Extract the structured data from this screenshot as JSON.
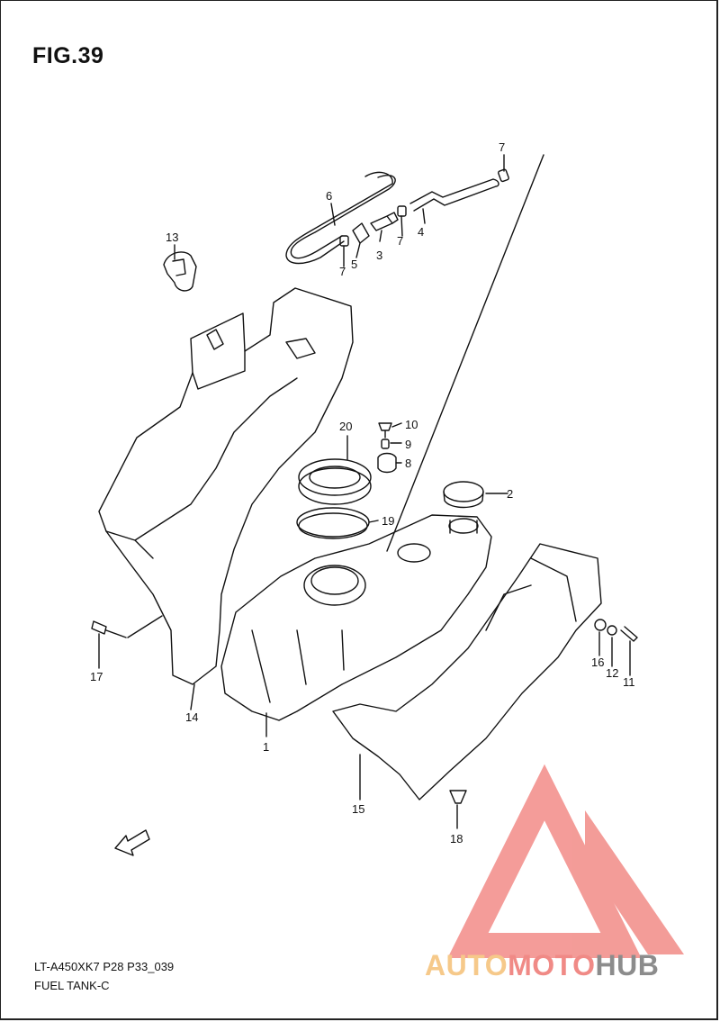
{
  "figure": {
    "title": "FIG.39"
  },
  "footer": {
    "code": "LT-A450XK7 P28 P33_039",
    "name": "FUEL TANK-C"
  },
  "badge": {
    "text": "FWD"
  },
  "watermark": {
    "part1": "AUTO",
    "part2": "MOTO",
    "part3": "HUB",
    "colors": {
      "auto": "#f6c98a",
      "moto": "#f08a86",
      "hub": "#8c8c8c",
      "triangle": "#f28b87"
    }
  },
  "callouts": [
    "1",
    "2",
    "3",
    "4",
    "5",
    "6",
    "7",
    "7",
    "7",
    "8",
    "9",
    "10",
    "11",
    "12",
    "13",
    "14",
    "15",
    "16",
    "17",
    "18",
    "19",
    "20"
  ]
}
